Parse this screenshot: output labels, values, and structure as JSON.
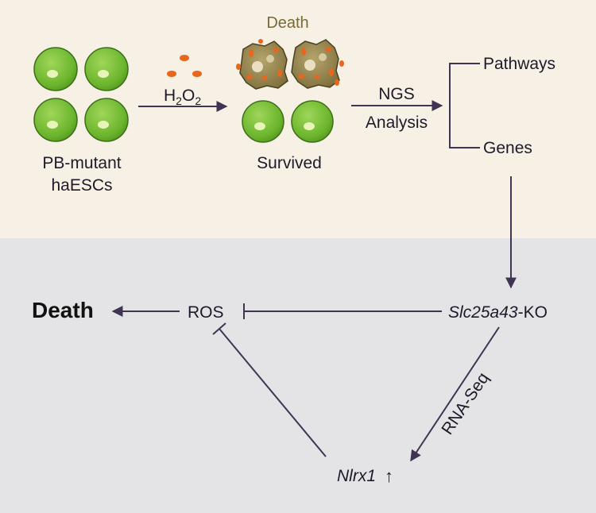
{
  "top": {
    "death_label": "Death",
    "treatment_main": "H",
    "treatment_sub1": "2",
    "treatment_mid": "O",
    "treatment_sub2": "2",
    "cells_label_line1": "PB-mutant",
    "cells_label_line2": "haESCs",
    "survived_label": "Survived",
    "analysis_line1": "NGS",
    "analysis_line2": "Analysis",
    "branch_top": "Pathways",
    "branch_bottom": "Genes"
  },
  "bottom": {
    "death_label": "Death",
    "ros_label": "ROS",
    "gene_italic": "Slc25a43",
    "gene_suffix": "-KO",
    "rnaseq_label": "RNA-Seq",
    "nlrx1_label": "Nlrx1",
    "up_arrow": "↑"
  },
  "colors": {
    "top_background": "#f6f1e4",
    "bottom_background": "#e4e4e6",
    "arrow": "#3f3452",
    "cell_green": "#6bb52c",
    "dead_cell": "#8a7a45",
    "droplet_orange": "#e8661e",
    "death_text": "#7a6a35"
  }
}
